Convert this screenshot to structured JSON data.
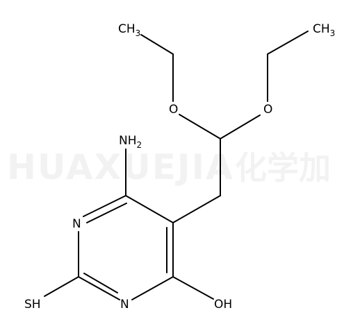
{
  "watermark": {
    "latin": "HUAXUEJIA",
    "cjk": "化学加"
  },
  "atoms": {
    "ch3_left": {
      "main": "CH",
      "sub": "3"
    },
    "ch3_right": {
      "main": "CH",
      "sub": "3"
    },
    "o_left": "O",
    "o_right": "O",
    "nh2": {
      "main": "NH",
      "sub": "2"
    },
    "n_upper": "N",
    "n_lower": "N",
    "sh": "SH",
    "oh": "OH"
  },
  "colors": {
    "bond": "#000000",
    "text": "#000000",
    "background": "#ffffff"
  }
}
